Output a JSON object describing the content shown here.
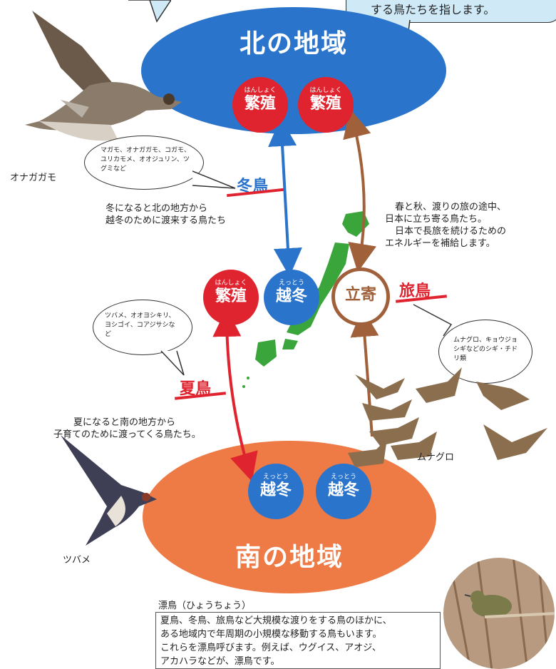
{
  "top_bubble": {
    "text": "する鳥たちを指します。"
  },
  "regions": {
    "north": {
      "title": "北の地域"
    },
    "south": {
      "title": "南の地域"
    }
  },
  "circles": {
    "north_breed_1": {
      "ruby": "はんしょく",
      "main": "繁殖"
    },
    "north_breed_2": {
      "ruby": "はんしょく",
      "main": "繁殖"
    },
    "mid_breed": {
      "ruby": "はんしょく",
      "main": "繁殖"
    },
    "mid_winter": {
      "ruby": "えっとう",
      "main": "越冬"
    },
    "mid_stopover": {
      "main": "立寄"
    },
    "south_winter_1": {
      "ruby": "えっとう",
      "main": "越冬"
    },
    "south_winter_2": {
      "ruby": "えっとう",
      "main": "越冬"
    }
  },
  "birds": {
    "pintail": "オナガガモ",
    "swallow": "ツバメ",
    "dunlin": "ムナグロ"
  },
  "winter_birds": {
    "label": "冬鳥",
    "examples": "マガモ、オナガガモ、コガモ、ユリカモメ、オオジュリン、ツグミなど",
    "desc_line1": "冬になると北の地方から",
    "desc_line2": "越冬のために渡来する鳥たち"
  },
  "summer_birds": {
    "label": "夏鳥",
    "examples": "ツバメ、オオヨシキリ、ヨシゴイ、コアジサシなど",
    "desc_line1": "夏になると南の地方から",
    "desc_line2": "子育てのために渡ってくる鳥たち。"
  },
  "passage_birds": {
    "label": "旅鳥",
    "examples": "ムナグロ、キョウジョシギなどのシギ・チドリ類",
    "desc_line1": "春と秋、渡りの旅の途中、",
    "desc_line2": "日本に立ち寄る鳥たち。",
    "desc_line3": "日本で長旅を続けるための",
    "desc_line4": "エネルギーを補給します。"
  },
  "resident_birds": {
    "title": "漂鳥（ひょうちょう）",
    "line1": "夏鳥、冬鳥、旅鳥など大規模な渡りをする鳥のほかに、",
    "line2": "ある地域内で年周期の小規模な移動する鳥もいます。",
    "line3": "これらを漂鳥呼びます。例えば、ウグイス、アオジ、",
    "line4": "アカハラなどが、漂鳥です。"
  },
  "colors": {
    "blue": "#2a74cc",
    "orange": "#ee7a45",
    "red": "#e0242f",
    "brown": "#a0603a",
    "green": "#3aa53a"
  }
}
